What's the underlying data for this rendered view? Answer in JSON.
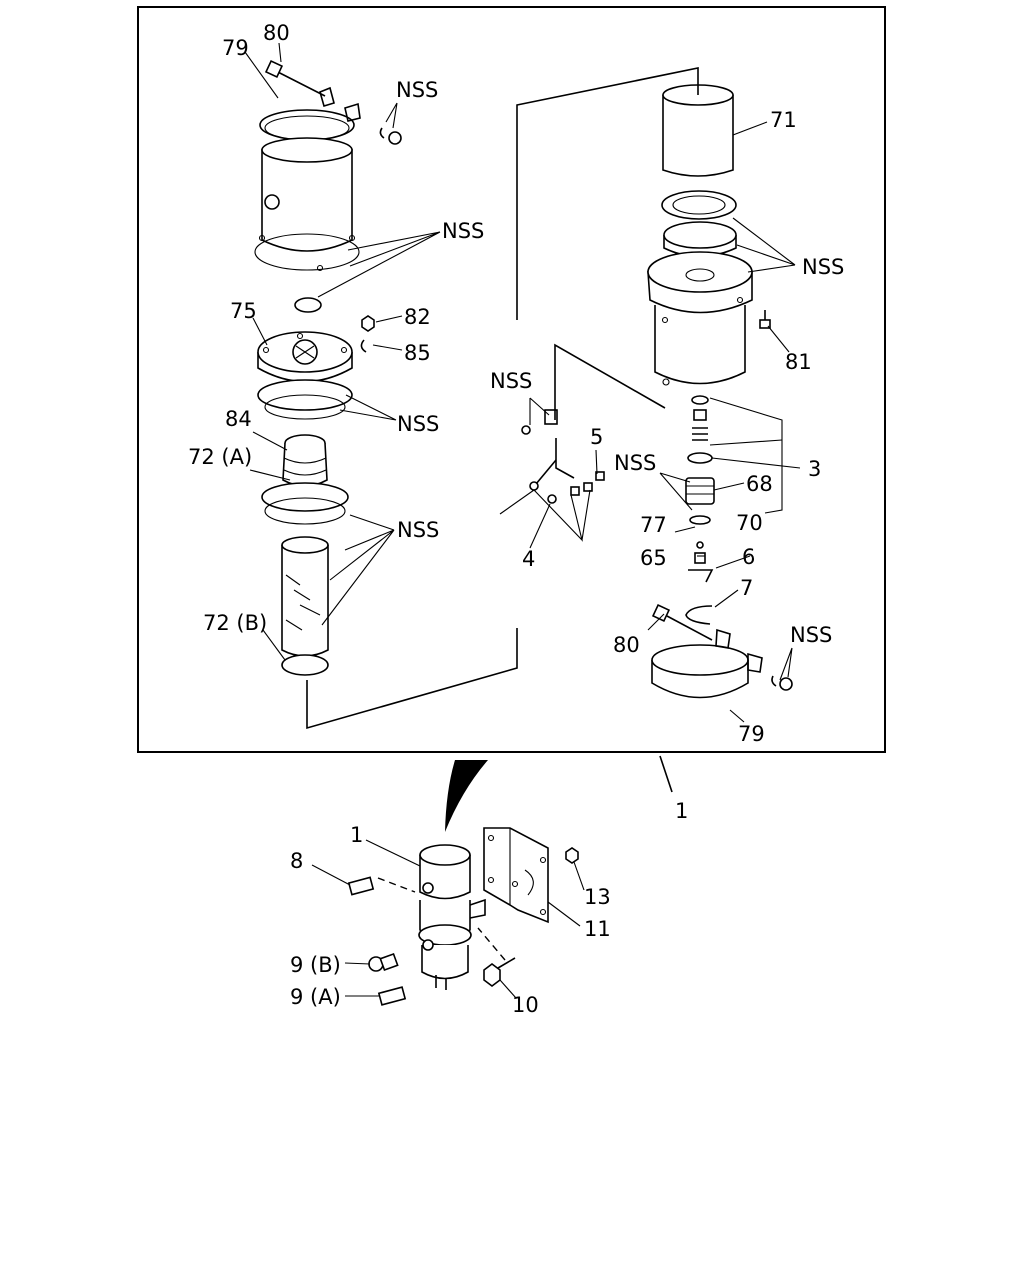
{
  "labels": {
    "l80_top": "80",
    "l79_top": "79",
    "nss_top": "NSS",
    "nss_housing": "NSS",
    "l75": "75",
    "l82": "82",
    "l85": "85",
    "nss_cover": "NSS",
    "l84": "84",
    "l72a": "72 (A)",
    "nss_tube": "NSS",
    "l72b": "72 (B)",
    "l71": "71",
    "nss_right": "NSS",
    "l81": "81",
    "nss_bracket": "NSS",
    "l5": "5",
    "nss_valve": "NSS",
    "l3": "3",
    "l68": "68",
    "l77": "77",
    "l70": "70",
    "l65": "65",
    "l6": "6",
    "l4": "4",
    "l7": "7",
    "l80_bottom": "80",
    "nss_band": "NSS",
    "l79_bottom": "79",
    "l1_assembly": "1",
    "l1_unit": "1",
    "l8": "8",
    "l13": "13",
    "l11": "11",
    "l9b": "9 (B)",
    "l9a": "9 (A)",
    "l10": "10"
  }
}
